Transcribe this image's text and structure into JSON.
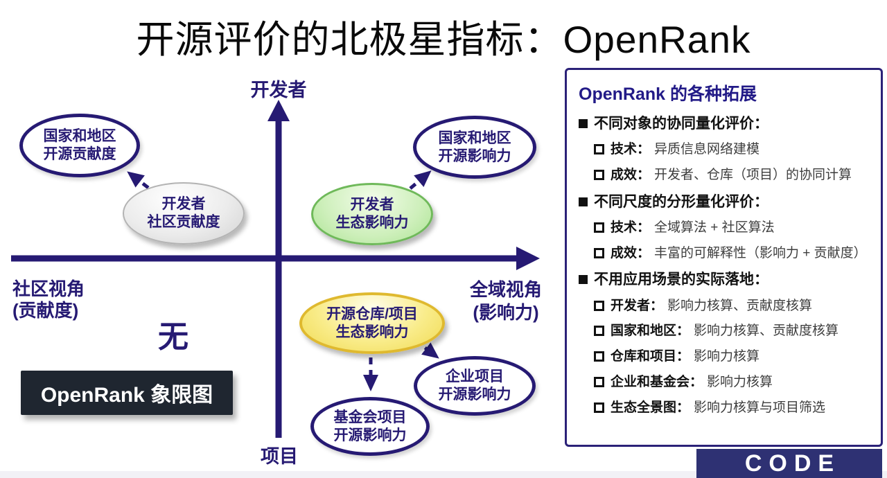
{
  "title": "开源评价的北极星指标：OpenRank",
  "chart": {
    "axis_top": "开发者",
    "axis_bottom": "项目",
    "axis_left": "社区视角\n(贡献度)",
    "axis_right": "全域视角\n(影响力)",
    "empty_quadrant": "无",
    "caption": "OpenRank 象限图",
    "nodes": {
      "country_contrib": "国家和地区\n开源贡献度",
      "dev_community": "开发者\n社区贡献度",
      "country_influence": "国家和地区\n开源影响力",
      "dev_eco": "开发者\n生态影响力",
      "repo_eco": "开源仓库/项目\n生态影响力",
      "enterprise": "企业项目\n开源影响力",
      "foundation": "基金会项目\n开源影响力"
    }
  },
  "panel": {
    "header": "OpenRank 的各种拓展",
    "sections": [
      {
        "title": "不同对象的协同量化评价：",
        "items": [
          {
            "label": "技术：",
            "desc": "异质信息网络建模"
          },
          {
            "label": "成效：",
            "desc": "开发者、仓库（项目）的协同计算"
          }
        ]
      },
      {
        "title": "不同尺度的分形量化评价：",
        "items": [
          {
            "label": "技术：",
            "desc": "全域算法 + 社区算法"
          },
          {
            "label": "成效：",
            "desc": "丰富的可解释性（影响力 + 贡献度）"
          }
        ]
      },
      {
        "title": "不用应用场景的实际落地：",
        "items": [
          {
            "label": "开发者：",
            "desc": "影响力核算、贡献度核算"
          },
          {
            "label": "国家和地区：",
            "desc": "影响力核算、贡献度核算"
          },
          {
            "label": "仓库和项目：",
            "desc": "影响力核算"
          },
          {
            "label": "企业和基金会：",
            "desc": "影响力核算"
          },
          {
            "label": "生态全景图：",
            "desc": "影响力核算与项目筛选"
          }
        ]
      }
    ]
  },
  "logo_text": "CODE",
  "colors": {
    "navy": "#261a73",
    "panel_border": "#2b2178",
    "panel_header": "#221a87",
    "caption_bg": "#1f2630",
    "logo_bg": "#2e3173",
    "green_border": "#6fb95a",
    "yellow_border": "#dfb92f",
    "gray_border": "#b3b3b3"
  }
}
